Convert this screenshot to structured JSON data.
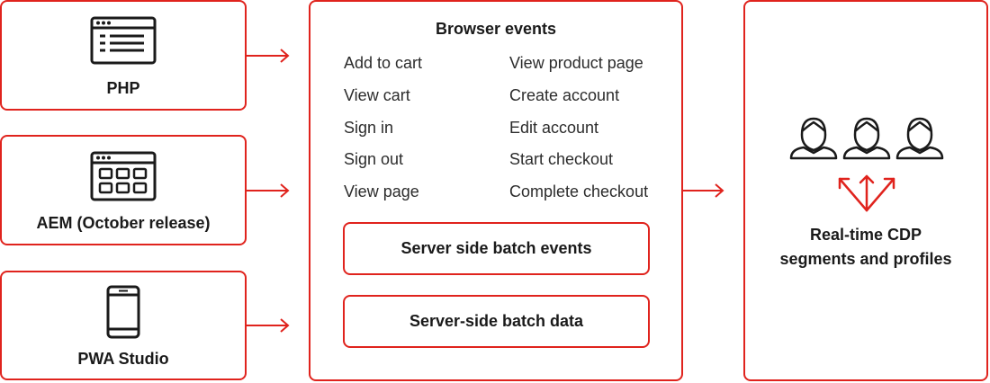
{
  "sources": [
    {
      "label": "PHP",
      "icon": "browser-list-icon"
    },
    {
      "label": "AEM (October release)",
      "icon": "browser-grid-icon"
    },
    {
      "label": "PWA Studio",
      "icon": "smartphone-icon"
    }
  ],
  "events": {
    "title": "Browser events",
    "left": [
      "Add to cart",
      "View cart",
      "Sign in",
      "Sign out",
      "View page"
    ],
    "right": [
      "View product page",
      "Create account",
      "Edit account",
      "Start checkout",
      "Complete checkout"
    ],
    "server_events_label": "Server side batch events",
    "server_data_label": "Server-side batch data"
  },
  "cdp": {
    "line1": "Real-time CDP",
    "line2": "segments and profiles",
    "icon": "user-profiles-icon"
  },
  "colors": {
    "accent": "#e0231d",
    "text": "#1a1a1a"
  }
}
